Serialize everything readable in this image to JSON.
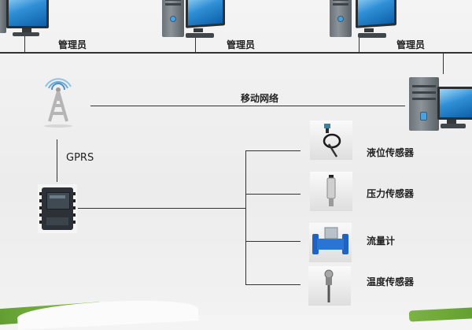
{
  "diagram": {
    "admins": [
      {
        "label": "管理员"
      },
      {
        "label": "管理员"
      },
      {
        "label": "管理员"
      }
    ],
    "mobile_network_label": "移动网络",
    "gprs_label": "GPRS",
    "tower_icon": "signal-tower-icon",
    "controller_icon": "data-logger-icon",
    "server_icon": "server-computer-icon",
    "sensors": [
      {
        "label": "液位传感器",
        "icon": "level-sensor-icon"
      },
      {
        "label": "压力传感器",
        "icon": "pressure-sensor-icon"
      },
      {
        "label": "流量计",
        "icon": "flow-meter-icon"
      },
      {
        "label": "温度传感器",
        "icon": "temperature-sensor-icon"
      }
    ],
    "colors": {
      "line": "#333333",
      "screen_blue": "#2f8fd6",
      "flow_meter_blue": "#1e63c4",
      "footer_green": "#6aa83a"
    }
  }
}
